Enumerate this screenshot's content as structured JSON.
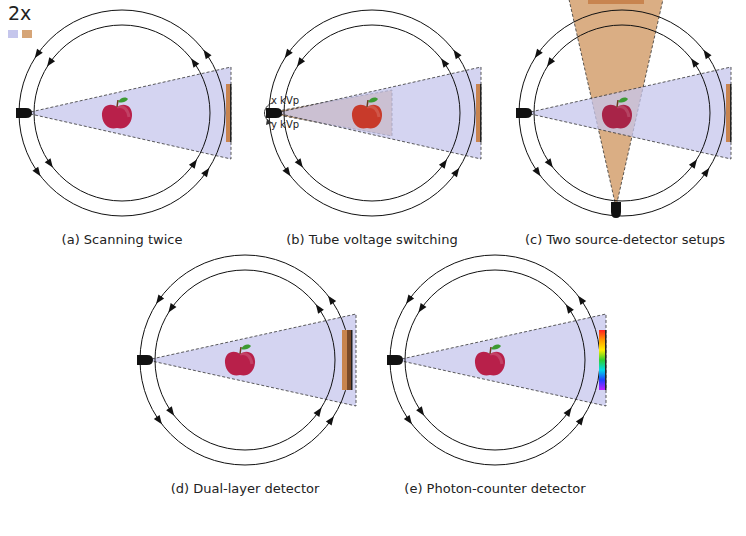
{
  "diagram": {
    "labels": [
      "2x",
      "x kVp",
      "y kVp",
      "(a) Scanning twice",
      "(b) Tube voltage switching",
      "(c) Two source-detector setups",
      "(d) Dual-layer detector",
      "(e) Photon-counter detector"
    ]
  }
}
